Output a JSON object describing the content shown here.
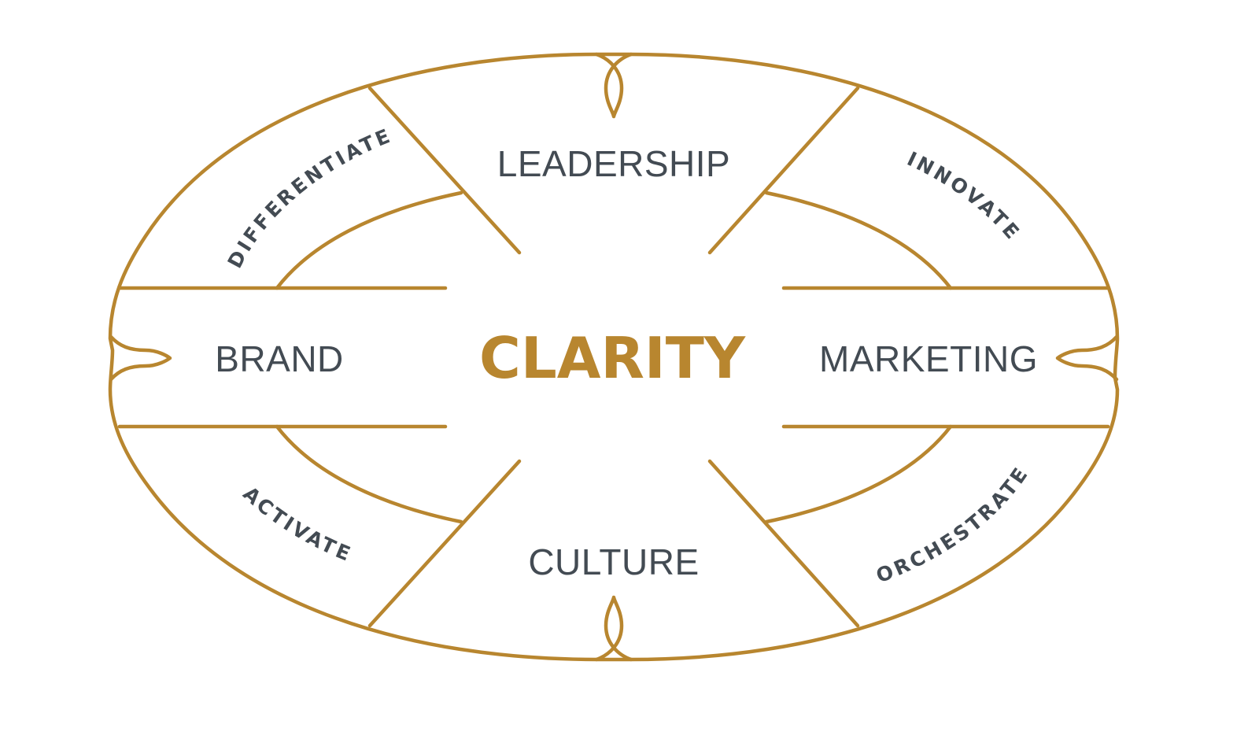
{
  "diagram": {
    "center": "CLARITY",
    "top": "LEADERSHIP",
    "left": "BRAND",
    "right": "MARKETING",
    "bottom": "CULTURE",
    "top_left": "DIFFERENTIATE",
    "top_right": "INNOVATE",
    "bottom_left": "ACTIVATE",
    "bottom_right": "ORCHESTRATE"
  },
  "colors": {
    "gold": "#b8862f",
    "text": "#434b53",
    "fill": "#f3eff0",
    "background": "#ffffff"
  }
}
